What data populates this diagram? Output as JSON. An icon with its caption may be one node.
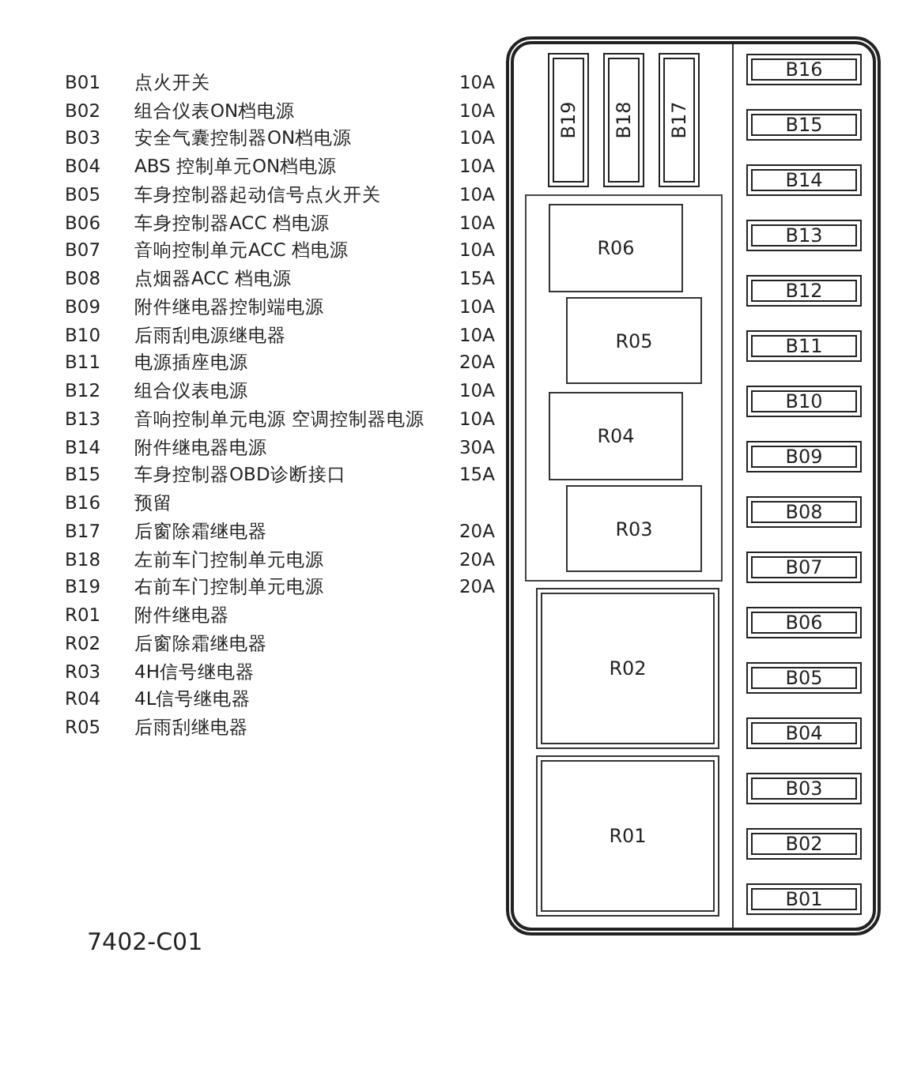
{
  "diagram": {
    "nodes": [
      {
        "text": [],
        "shape": "box"
      },
      {
        "text": [
          "B19"
        ],
        "in": 0
      },
      {
        "text": [
          "B18"
        ],
        "in": 0
      },
      {
        "text": [
          "B17"
        ],
        "in": 0
      },
      {
        "text": [],
        "shape": "box",
        "in": 0
      },
      {
        "text": [
          "R06"
        ],
        "in": 4
      },
      {
        "text": [
          "R05"
        ],
        "in": 4
      },
      {
        "text": [
          "R04"
        ],
        "in": 4
      },
      {
        "text": [
          "R03"
        ],
        "in": 4
      },
      {
        "text": [
          "R02"
        ],
        "in": 0
      },
      {
        "text": [
          "R01"
        ],
        "in": 0
      },
      {
        "text": [
          "B16"
        ],
        "in": 0
      },
      {
        "text": [
          "B15"
        ],
        "in": 0
      },
      {
        "text": [
          "B14"
        ],
        "in": 0
      },
      {
        "text": [
          "B13"
        ],
        "in": 0
      },
      {
        "text": [
          "B12"
        ],
        "in": 0
      },
      {
        "text": [
          "B11"
        ],
        "in": 0
      },
      {
        "text": [
          "B10"
        ],
        "in": 0
      },
      {
        "text": [
          "B09"
        ],
        "in": 0
      },
      {
        "text": [
          "B08"
        ],
        "in": 0
      },
      {
        "text": [
          "B07"
        ],
        "in": 0
      },
      {
        "text": [
          "B06"
        ],
        "in": 0
      },
      {
        "text": [
          "B05"
        ],
        "in": 0
      },
      {
        "text": [
          "B04"
        ],
        "in": 0
      },
      {
        "text": [
          "B03"
        ],
        "in": 0
      },
      {
        "text": [
          "B02"
        ],
        "in": 0
      },
      {
        "text": [
          "B01"
        ],
        "in": 0
      }
    ],
    "edges": [],
    "labels": [
      "B01",
      "点火开关",
      "10A",
      "B02",
      "组合仪表ON档电源",
      "10A",
      "B03",
      "安全气囊控制器ON档电源",
      "10A",
      "B04",
      "ABS 控制单元ON档电源",
      "10A",
      "B05",
      "车身控制器起动信号点火开关",
      "10A",
      "B06",
      "车身控制器ACC 档电源",
      "10A",
      "B07",
      "音响控制单元ACC 档电源",
      "10A",
      "B08",
      "点烟器ACC 档电源",
      "15A",
      "B09",
      "附件继电器控制端电源",
      "10A",
      "B10",
      "后雨刮电源继电器",
      "10A",
      "B11",
      "电源插座电源",
      "20A",
      "B12",
      "组合仪表电源",
      "10A",
      "B13",
      "音响控制单元电源 空调控制器电源",
      "10A",
      "B14",
      "附件继电器电源",
      "30A",
      "B15",
      "车身控制器OBD诊断接口",
      "15A",
      "B16",
      "预留",
      "B17",
      "后窗除霜继电器",
      "20A",
      "B18",
      "左前车门控制单元电源",
      "20A",
      "B19",
      "右前车门控制单元电源",
      "20A",
      "R01",
      "附件继电器",
      "R02",
      "后窗除霜继电器",
      "R03",
      "4H信号继电器",
      "R04",
      "4L信号继电器",
      "R05",
      "后雨刮继电器",
      "7402-C01"
    ]
  }
}
